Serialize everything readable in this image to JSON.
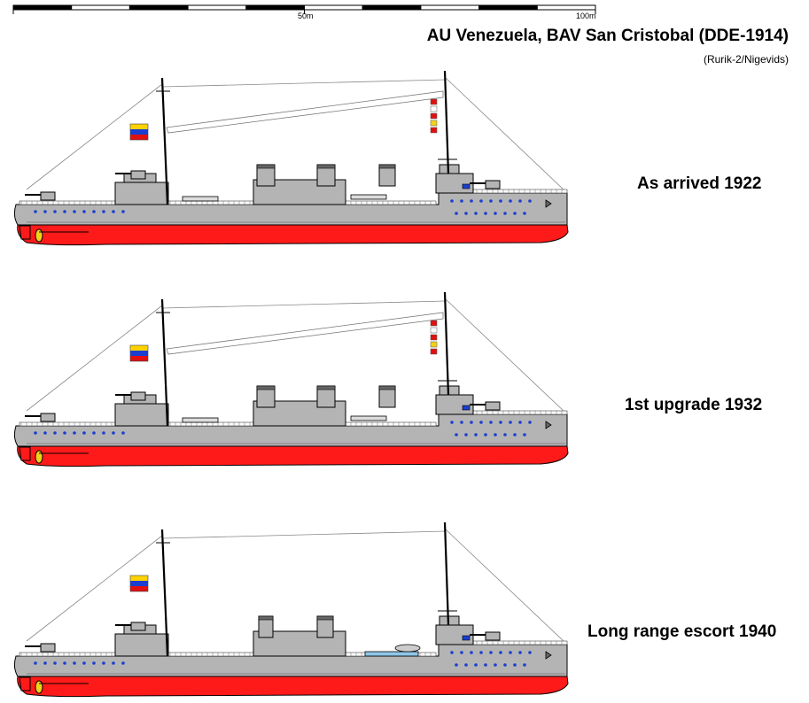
{
  "header": {
    "title": "AU Venezuela, BAV San Cristobal (DDE-1914)",
    "subtitle": "(Rurik-2/Nigevids)"
  },
  "scale": {
    "mid_label": "50m",
    "end_label": "100m"
  },
  "profiles": [
    {
      "caption": "As arrived 1922"
    },
    {
      "caption": "1st upgrade 1932"
    },
    {
      "caption": "Long range escort 1940"
    }
  ],
  "colors": {
    "hull_grey": "#b4b4b4",
    "boot_red": "#ff1a1a",
    "outline": "#000000",
    "porthole_blue": "#1a3fd0",
    "propeller_yellow": "#f2d21a",
    "flag_yellow": "#ffd200",
    "flag_blue": "#1a3fd0",
    "flag_red": "#e01010"
  }
}
